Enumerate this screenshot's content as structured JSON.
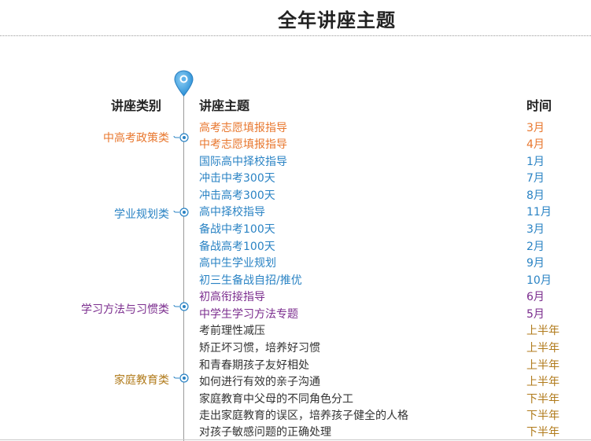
{
  "title": "全年讲座主题",
  "headers": {
    "category": "讲座类别",
    "topic": "讲座主题",
    "time": "时间"
  },
  "categories": [
    {
      "label": "中高考政策类",
      "color": "#e8772e"
    },
    {
      "label": "学业规划类",
      "color": "#2a83c4"
    },
    {
      "label": "学习方法与习惯类",
      "color": "#7b2d8e"
    },
    {
      "label": "家庭教育类",
      "color": "#b07a1a"
    }
  ],
  "rows": [
    {
      "topic": "高考志愿填报指导",
      "time": "3月",
      "group": "orange"
    },
    {
      "topic": "中考志愿填报指导",
      "time": "4月",
      "group": "orange"
    },
    {
      "topic": "国际高中择校指导",
      "time": "1月",
      "group": "blue"
    },
    {
      "topic": "冲击中考300天",
      "time": "7月",
      "group": "blue"
    },
    {
      "topic": "冲击高考300天",
      "time": "8月",
      "group": "blue"
    },
    {
      "topic": "高中择校指导",
      "time": "11月",
      "group": "blue"
    },
    {
      "topic": "备战中考100天",
      "time": "3月",
      "group": "blue"
    },
    {
      "topic": "备战高考100天",
      "time": "2月",
      "group": "blue"
    },
    {
      "topic": "高中生学业规划",
      "time": "9月",
      "group": "blue"
    },
    {
      "topic": "初三生备战自招/推优",
      "time": "10月",
      "group": "blue"
    },
    {
      "topic": "初高衔接指导",
      "time": "6月",
      "group": "purple"
    },
    {
      "topic": "中学生学习方法专题",
      "time": "5月",
      "group": "purple"
    },
    {
      "topic": "考前理性减压",
      "time": "上半年",
      "group": "brown"
    },
    {
      "topic": "矫正坏习惯，培养好习惯",
      "time": "上半年",
      "group": "brown"
    },
    {
      "topic": "和青春期孩子友好相处",
      "time": "上半年",
      "group": "brown"
    },
    {
      "topic": "如何进行有效的亲子沟通",
      "time": "上半年",
      "group": "brown"
    },
    {
      "topic": "家庭教育中父母的不同角色分工",
      "time": "下半年",
      "group": "brown"
    },
    {
      "topic": "走出家庭教育的误区，培养孩子健全的人格",
      "time": "下半年",
      "group": "brown"
    },
    {
      "topic": "对孩子敏感问题的正确处理",
      "time": "下半年",
      "group": "brown"
    }
  ],
  "icons": {
    "pin": "location-pin-icon",
    "node": "timeline-node-icon"
  },
  "colors": {
    "orange": "#e8772e",
    "blue": "#2a83c4",
    "purple": "#7b2d8e",
    "brown": "#b07a1a",
    "pin": "#3a9ee0"
  }
}
